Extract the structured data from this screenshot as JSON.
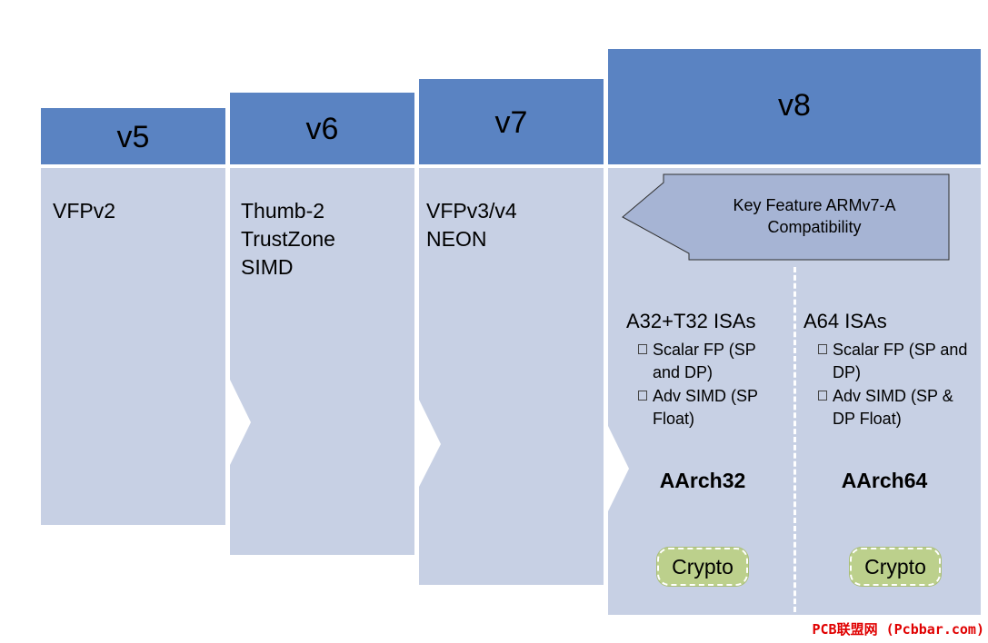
{
  "columns": [
    {
      "header": "v5",
      "features": "VFPv2"
    },
    {
      "header": "v6",
      "features": "Thumb-2\nTrustZone\nSIMD"
    },
    {
      "header": "v7",
      "features": "VFPv3/v4\nNEON"
    },
    {
      "header": "v8"
    }
  ],
  "key_feature": "Key Feature ARMv7-A\nCompatibility",
  "aarch32": {
    "isa_title": "A32+T32 ISAs",
    "bullets": [
      "Scalar FP (SP and DP)",
      "Adv SIMD (SP Float)"
    ],
    "name": "AArch32",
    "crypto": "Crypto"
  },
  "aarch64": {
    "isa_title": "A64 ISAs",
    "bullets": [
      "Scalar FP (SP and DP)",
      "Adv SIMD (SP & DP Float)"
    ],
    "name": "AArch64",
    "crypto": "Crypto"
  },
  "watermark": "PCB联盟网 (Pcbbar.com)",
  "colors": {
    "header_blue": "#5a83c2",
    "body_lavender": "#c7d0e4",
    "arrow_fill": "#a6b4d4",
    "crypto_green": "#bcd08c"
  }
}
